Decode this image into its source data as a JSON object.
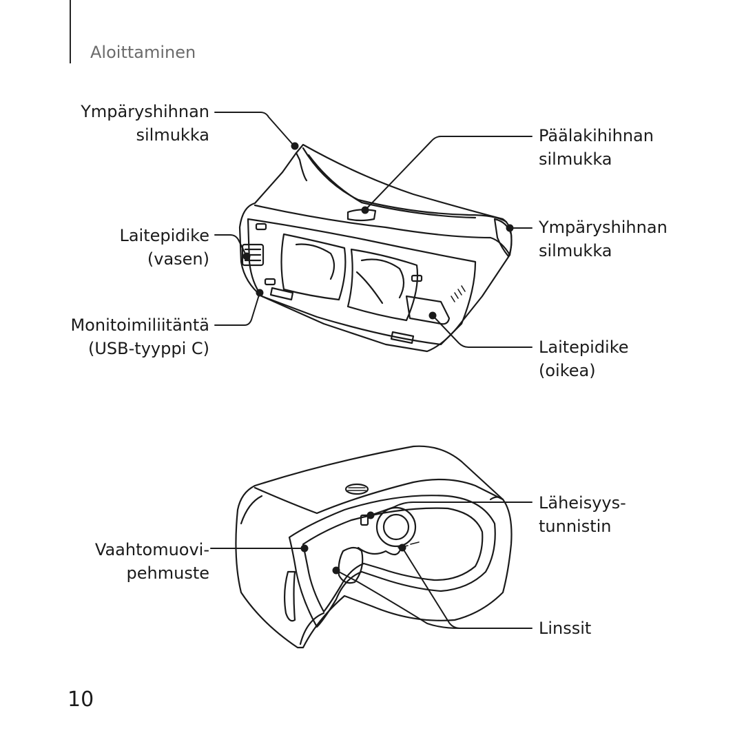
{
  "header": {
    "section_title": "Aloittaminen"
  },
  "top_diagram": {
    "labels": {
      "strap_loop_left": "Ympäryshihnan\nsilmukka",
      "top_strap_loop": "Päälakihihnan\nsilmukka",
      "device_holder_left": "Laitepidike\n(vasen)",
      "strap_loop_right": "Ympäryshihnan\nsilmukka",
      "usb_port": "Monitoimiliitäntä\n(USB-tyyppi C)",
      "device_holder_right": "Laitepidike\n(oikea)"
    }
  },
  "bottom_diagram": {
    "labels": {
      "foam_cushion": "Vaahtomuovi-\npehmuste",
      "proximity_sensor": "Läheisyys-\ntunnistin",
      "lenses": "Linssit"
    }
  },
  "footer": {
    "page_number": "10"
  }
}
